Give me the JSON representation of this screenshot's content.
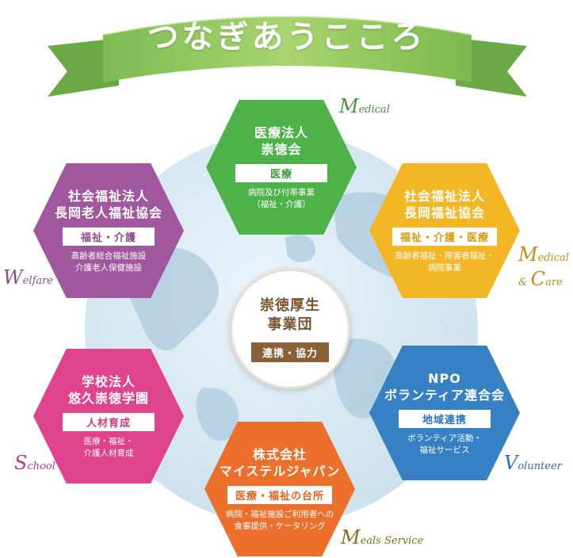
{
  "banner": {
    "title": "つなぎあうこころ"
  },
  "center": {
    "name_line1": "崇徳厚生",
    "name_line2": "事業団",
    "tag": "連携・協力"
  },
  "blocks": {
    "medical": {
      "name_line1": "医療法人",
      "name_line2": "崇徳会",
      "tag": "医療",
      "desc_line1": "病院及び付帯事業",
      "desc_line2": "（福祉・介護）",
      "color": "#4db24a",
      "label_cap": "M",
      "label_rest": "edical",
      "label_color": "#4f8f36"
    },
    "nagaoka_welfare": {
      "name_line1": "社会福祉法人",
      "name_line2": "長岡福祉協会",
      "tag": "福祉・介護・医療",
      "desc_line1": "高齢者福祉・障害者福祉・",
      "desc_line2": "病院事業",
      "color": "#f3b726",
      "label_cap": "M",
      "label_rest": "edical",
      "label2_cap": "C",
      "label2_rest": "are",
      "label2_prefix": "& ",
      "label_color": "#c78a16"
    },
    "elderly": {
      "name_line1": "社会福祉法人",
      "name_line2": "長岡老人福祉協会",
      "tag": "福祉・介護",
      "desc_line1": "高齢者総合福祉施設",
      "desc_line2": "介護老人保健施設",
      "color": "#a0579e",
      "label_cap": "W",
      "label_rest": "elfare",
      "label_color": "#8a4b8a"
    },
    "school": {
      "name_line1": "学校法人",
      "name_line2": "悠久崇徳学園",
      "tag": "人材育成",
      "desc_line1": "医療・福祉・",
      "desc_line2": "介護人材育成",
      "color": "#e0438d",
      "label_cap": "S",
      "label_rest": "chool",
      "label_color": "#c53a7c"
    },
    "npo": {
      "name_line1": "NPO",
      "name_line2": "ボランティア連合会",
      "tag": "地域連携",
      "desc_line1": "ボランティア活動・",
      "desc_line2": "福祉サービス",
      "color": "#3581c4",
      "label_cap": "V",
      "label_rest": "olunteer",
      "label_color": "#2f6fae"
    },
    "meals": {
      "name_line1": "株式会社",
      "name_line2": "マイステルジャパン",
      "tag": "医療・福祉の台所",
      "desc_line1": "病院・福祉施設ご利用者への",
      "desc_line2": "食事提供・ケータリング",
      "color": "#ec6f2c",
      "label_cap": "M",
      "label_rest": "eals Service",
      "label_color": "#8a6a1c"
    }
  }
}
